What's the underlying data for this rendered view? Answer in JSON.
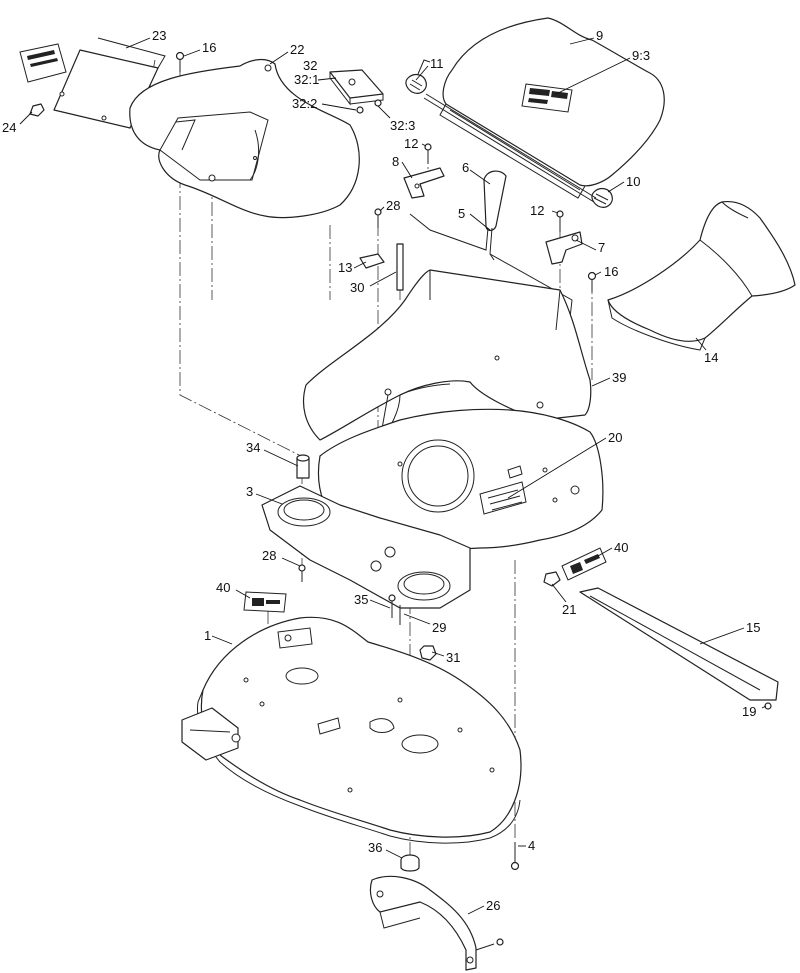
{
  "callouts": [
    {
      "id": "c-23",
      "label": "23"
    },
    {
      "id": "c-16a",
      "label": "16"
    },
    {
      "id": "c-22",
      "label": "22"
    },
    {
      "id": "c-32",
      "label": "32"
    },
    {
      "id": "c-32-1",
      "label": "32:1"
    },
    {
      "id": "c-32-2",
      "label": "32:2"
    },
    {
      "id": "c-32-3",
      "label": "32:3"
    },
    {
      "id": "c-11",
      "label": "11"
    },
    {
      "id": "c-9",
      "label": "9"
    },
    {
      "id": "c-9-3",
      "label": "9:3"
    },
    {
      "id": "c-24",
      "label": "24"
    },
    {
      "id": "c-12a",
      "label": "12"
    },
    {
      "id": "c-8",
      "label": "8"
    },
    {
      "id": "c-6",
      "label": "6"
    },
    {
      "id": "c-10",
      "label": "10"
    },
    {
      "id": "c-28a",
      "label": "28"
    },
    {
      "id": "c-5",
      "label": "5"
    },
    {
      "id": "c-12b",
      "label": "12"
    },
    {
      "id": "c-7",
      "label": "7"
    },
    {
      "id": "c-13",
      "label": "13"
    },
    {
      "id": "c-16b",
      "label": "16"
    },
    {
      "id": "c-30",
      "label": "30"
    },
    {
      "id": "c-14",
      "label": "14"
    },
    {
      "id": "c-39",
      "label": "39"
    },
    {
      "id": "c-20",
      "label": "20"
    },
    {
      "id": "c-34",
      "label": "34"
    },
    {
      "id": "c-3",
      "label": "3"
    },
    {
      "id": "c-40a",
      "label": "40"
    },
    {
      "id": "c-28b",
      "label": "28"
    },
    {
      "id": "c-21",
      "label": "21"
    },
    {
      "id": "c-40b",
      "label": "40"
    },
    {
      "id": "c-15",
      "label": "15"
    },
    {
      "id": "c-35",
      "label": "35"
    },
    {
      "id": "c-29",
      "label": "29"
    },
    {
      "id": "c-1",
      "label": "1"
    },
    {
      "id": "c-31",
      "label": "31"
    },
    {
      "id": "c-19",
      "label": "19"
    },
    {
      "id": "c-36",
      "label": "36"
    },
    {
      "id": "c-4",
      "label": "4"
    },
    {
      "id": "c-26",
      "label": "26"
    }
  ]
}
